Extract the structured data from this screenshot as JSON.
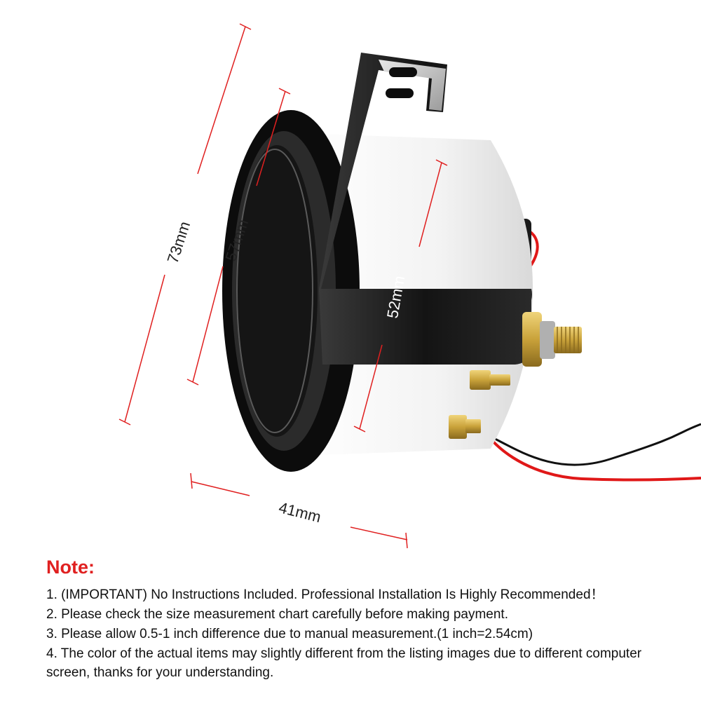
{
  "dimensions": {
    "overall_height": "73mm",
    "face_diameter": "57mm",
    "body_diameter": "52mm",
    "depth": "41mm"
  },
  "colors": {
    "dimension_line": "#e02020",
    "note_title": "#e02020",
    "gauge_body": "#f2f2f2",
    "bezel": "#111111",
    "wire_red": "#e01818",
    "wire_black": "#111111",
    "terminal_brass": "#c9a23a"
  },
  "note": {
    "title": "Note:",
    "items": [
      "1. (IMPORTANT) No Instructions Included. Professional Installation Is Highly Recommended！",
      "2. Please check the size measurement chart carefully before making payment.",
      "3. Please allow 0.5-1 inch difference due to manual measurement.(1 inch=2.54cm)",
      "4. The color of the actual items may slightly different from the listing images due to different computer screen, thanks for your understanding."
    ]
  }
}
